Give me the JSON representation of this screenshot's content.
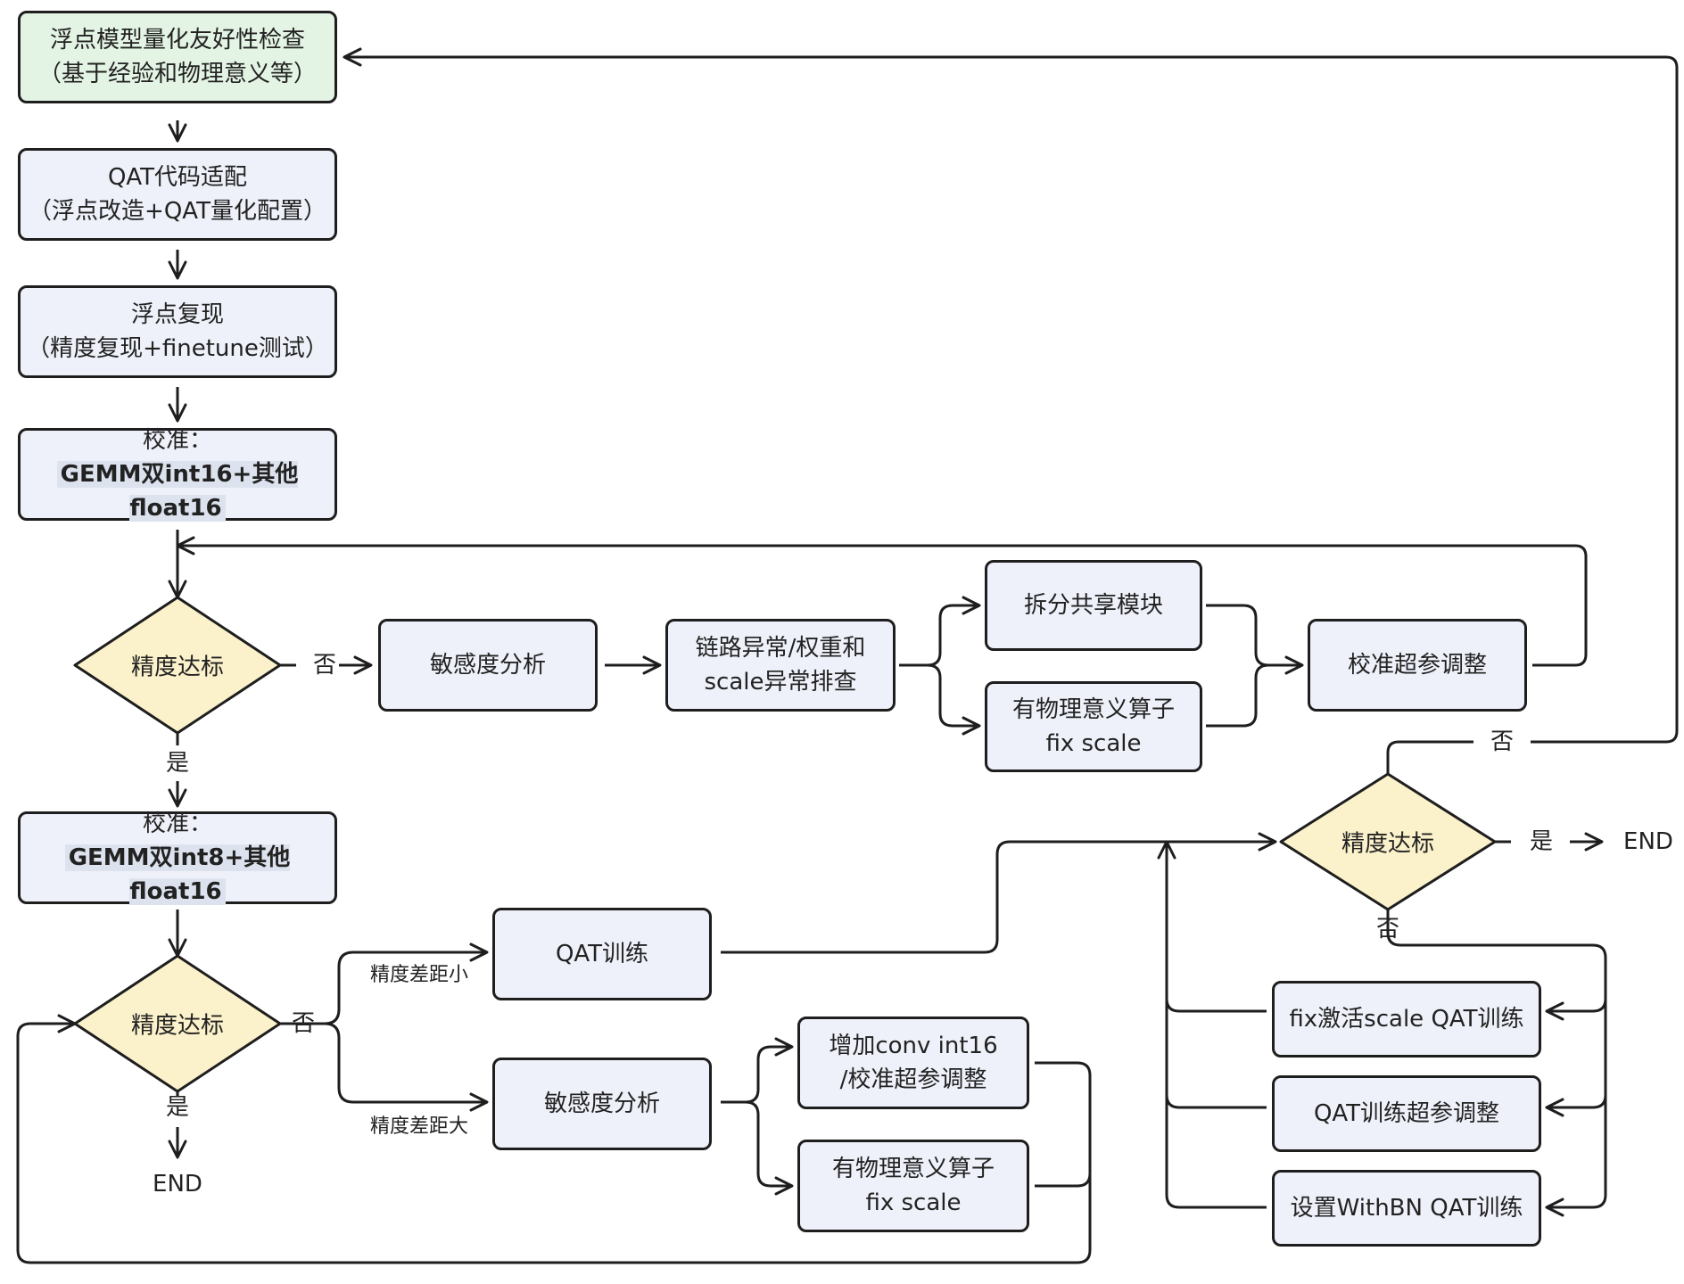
{
  "nodes": {
    "floatcheck": {
      "l1": "浮点模型量化友好性检查",
      "l2": "（基于经验和物理意义等）"
    },
    "qatadapt": {
      "l1": "QAT代码适配",
      "l2": "（浮点改造+QAT量化配置）"
    },
    "floatrepro": {
      "l1": "浮点复现",
      "l2": "（精度复现+finetune测试）"
    },
    "calib16": {
      "l1": "校准：",
      "l2": "GEMM双int16+其他float16"
    },
    "diamond1": "精度达标",
    "sens1": "敏感度分析",
    "link_anomaly": {
      "l1": "链路异常/权重和",
      "l2": "scale异常排查"
    },
    "split_shared": "拆分共享模块",
    "phys1": {
      "l1": "有物理意义算子",
      "l2": "fix scale"
    },
    "calib_hparam": "校准超参调整",
    "calib8": {
      "l1": "校准：",
      "l2": "GEMM双int8+其他float16"
    },
    "diamond2": "精度达标",
    "qat_train": "QAT训练",
    "sens2": "敏感度分析",
    "add_conv": {
      "l1": "增加conv int16",
      "l2": "/校准超参调整"
    },
    "phys2": {
      "l1": "有物理意义算子",
      "l2": "fix scale"
    },
    "diamond3": "精度达标",
    "fix_act": "fix激活scale QAT训练",
    "qat_hparam": "QAT训练超参调整",
    "withbn": "设置WithBN QAT训练"
  },
  "labels": {
    "no": "否",
    "yes": "是",
    "small_gap": "精度差距小",
    "large_gap": "精度差距大",
    "end": "END"
  }
}
